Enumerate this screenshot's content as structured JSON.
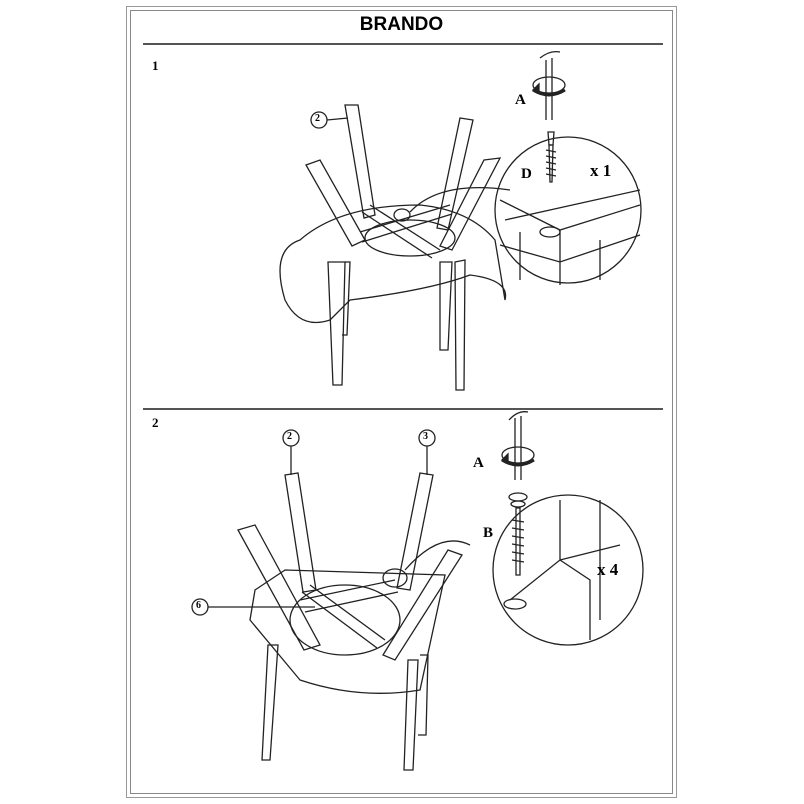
{
  "title": "BRANDO",
  "steps": [
    {
      "number": "1",
      "callouts": [
        "2"
      ],
      "hardware": [
        "A",
        "D"
      ],
      "quantity": "x 1"
    },
    {
      "number": "2",
      "callouts": [
        "2",
        "3",
        "6"
      ],
      "hardware": [
        "A",
        "B"
      ],
      "quantity": "x 4"
    }
  ]
}
